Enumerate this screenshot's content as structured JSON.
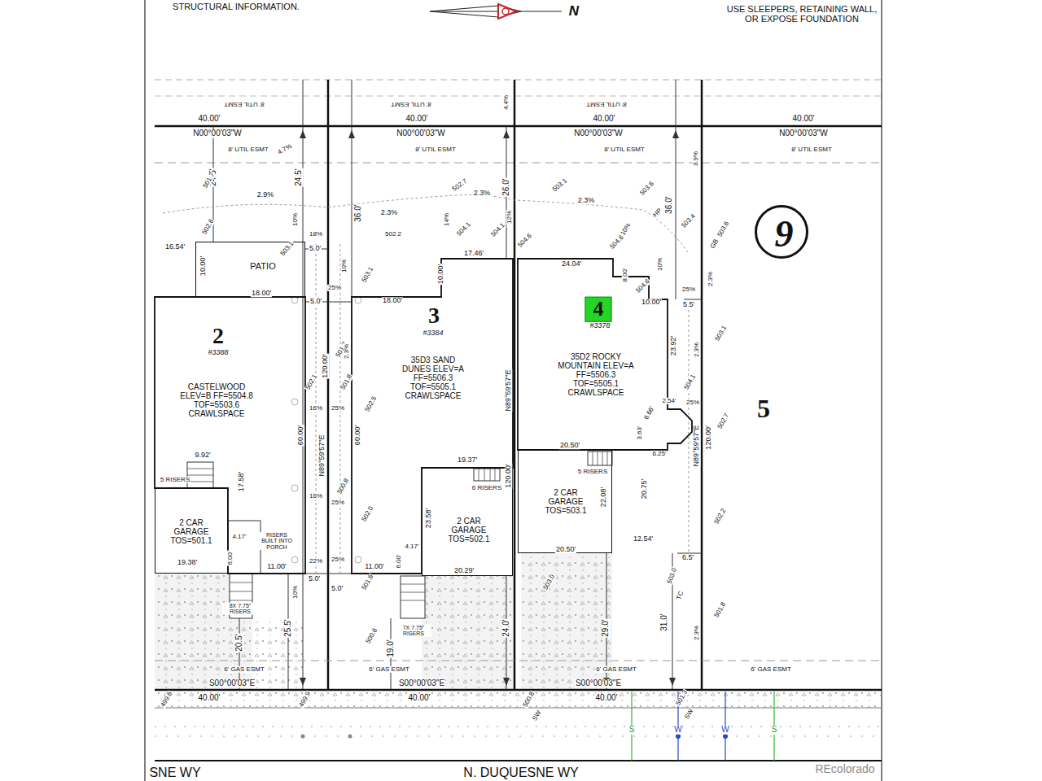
{
  "diagram": {
    "nodes": [
      {
        "text": [
          "9"
        ]
      },
      {
        "text": [
          "2",
          "#3388",
          "CASTELWOOD ELEV=B FF=5504.8 TOF=5503.6 CRAWLSPACE"
        ]
      },
      {
        "text": [
          "PATIO"
        ]
      },
      {
        "text": [
          "2 CAR GARAGE TOS=501.1"
        ]
      },
      {
        "text": [
          "3",
          "#3384",
          "35D3 SAND DUNES ELEV=A FF=5506.3 TOF=5505.1 CRAWLSPACE"
        ]
      },
      {
        "text": [
          "2 CAR GARAGE TOS=502.1"
        ]
      },
      {
        "text": [
          "4",
          "#3378",
          "35D2 ROCKY MOUNTAIN ELEV=A FF=5506.3 TOF=5505.1 CRAWLSPACE"
        ]
      },
      {
        "text": [
          "2 CAR GARAGE TOS=503.1"
        ]
      }
    ],
    "labels": [
      "STRUCTURAL INFORMATION.",
      "USE SLEEPERS, RETAINING WALL, OR EXPOSE FOUNDATION",
      "N",
      "8' UTIL ESMT",
      "8' UTIL ESMT",
      "8' UTIL ESMT",
      "40.00'",
      "40.00'",
      "40.00'",
      "40.00'",
      "N00°00'03\"W",
      "N00°00'03\"W",
      "N00°00'03\"W",
      "N00°00'03\"W",
      "8' UTIL ESMT",
      "8' UTIL ESMT",
      "8' UTIL ESMT",
      "8' UTIL ESMT",
      "24.5'",
      "24.5'",
      "36.0'",
      "26.0'",
      "36.0'",
      "2.9%",
      "2.3%",
      "2.3%",
      "2.3%",
      "16.54'",
      "10.00'",
      "18.00'",
      "5.0'",
      "5.0'",
      "18.00'",
      "10.00'",
      "17.46'",
      "24.04'",
      "8.00'",
      "10.00'",
      "5.5'",
      "23.92'",
      "2.54'",
      "6.66'",
      "3.63'",
      "6.25'",
      "20.50'",
      "22.08'",
      "20.75'",
      "12.54'",
      "20.50'",
      "6.5'",
      "29.0'",
      "31.0'",
      "24.0'",
      "19.0'",
      "25.5'",
      "20.5'",
      "5.0'",
      "5.0'",
      "60.00'",
      "60.00'",
      "N89°59'57\"E",
      "120.00'",
      "N89°59'57\"E",
      "120.00'",
      "N89°59'57\"E",
      "120.00'",
      "9.92'",
      "17.58'",
      "5 RISERS",
      "4.17'",
      "RISERS BUILT INTO PORCH",
      "6.00'",
      "19.38'",
      "11.00'",
      "8X 7.75\" RISERS",
      "19.37'",
      "6 RISERS",
      "23.58'",
      "4.17'",
      "6.00'",
      "11.00'",
      "20.29'",
      "7X 7.75\" RISERS",
      "5 RISERS",
      "6' GAS ESMT",
      "6' GAS ESMT",
      "6' GAS ESMT",
      "6' GAS ESMT",
      "S00°00'03\"E",
      "S00°00'03\"E",
      "S00°00'03\"E",
      "40.00'",
      "40.00'",
      "40.00'",
      "N. DUQUESNE WY",
      "SNE WY",
      "REcolorado",
      "5",
      "HP",
      "GB",
      "TC",
      "SW",
      "SW",
      "503.1",
      "503.6",
      "503.4",
      "503.6",
      "504.6",
      "504.6",
      "504.6",
      "503.1",
      "504.1",
      "502.7",
      "502.2",
      "503.0",
      "503.0",
      "501.8",
      "500.8",
      "501.3",
      "502.7",
      "503.1",
      "502.2",
      "504.1",
      "504.1",
      "501.7",
      "501.8",
      "502.5",
      "502.1",
      "500.8",
      "502.0",
      "501.6",
      "500.6",
      "499.9",
      "499.6",
      "503.1",
      "502.6",
      "501.7",
      "2.3%",
      "2.3%",
      "2.3%",
      "2.3%",
      "25%",
      "25%",
      "10%",
      "10%",
      "25%",
      "10%",
      "12%",
      "14%",
      "10%",
      "18%",
      "16%",
      "25%",
      "16%",
      "25%",
      "22%",
      "25%",
      "10%",
      "4.4%",
      "3.9%",
      "4.7%",
      "S",
      "W",
      "W",
      "S"
    ]
  }
}
